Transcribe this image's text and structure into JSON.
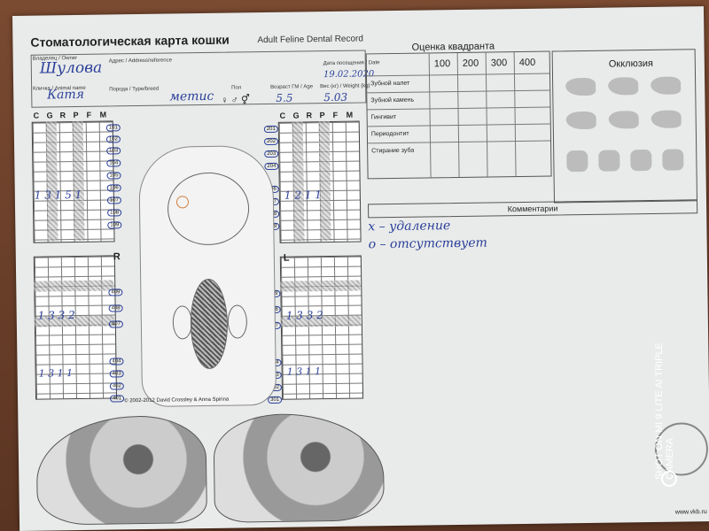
{
  "card": {
    "title": "Стоматологическая карта кошки",
    "title_en": "Adult Feline Dental Record",
    "owner_label": "Владелец / Owner",
    "owner_value": "Шулова",
    "address_label": "Адрес / Address/reference",
    "date_label": "Дата посещения / Date",
    "date_value": "19.02.2020",
    "patient_label": "Кличка / Animal name",
    "patient_value": "Катя",
    "breed_label": "Порода / Type/breed",
    "breed_value": "метис",
    "sex_label": "Пол",
    "age_label": "Возраст ГМ / Age",
    "age_value": "5.5",
    "weight_label": "Вес (кг) / Weight (kg)",
    "weight_value": "5.03"
  },
  "columns": [
    "C",
    "G",
    "R",
    "P",
    "F",
    "M"
  ],
  "side_r": "R",
  "side_l": "L",
  "teeth_upper_right": [
    "101",
    "102",
    "103",
    "104",
    "105",
    "106",
    "107",
    "108",
    "109"
  ],
  "teeth_upper_left": [
    "201",
    "202",
    "203",
    "204",
    "206",
    "207",
    "208",
    "209"
  ],
  "teeth_lower_right": [
    "409",
    "408",
    "407",
    "404",
    "403",
    "402",
    "401"
  ],
  "teeth_lower_left": [
    "309",
    "308",
    "307",
    "304",
    "303",
    "302",
    "301"
  ],
  "quadrant": {
    "header": "Оценка квадранта",
    "scale": [
      "100",
      "200",
      "300",
      "400"
    ],
    "rows": [
      "Зубной налет",
      "Зубной камень",
      "Гингивит",
      "Периодонтит",
      "Стирание зуба"
    ]
  },
  "occlusion": {
    "header": "Окклюзия"
  },
  "comments": {
    "header": "Комментарии",
    "line1": "х – удаление",
    "line2": "о – отсутствует"
  },
  "credit": "© 2002-2012 David Crossley & Anna Spirina",
  "watermark": "SHOT ON MI 9 LITE AI TRIPLE CAMERA",
  "url": "www.vkb.ru"
}
